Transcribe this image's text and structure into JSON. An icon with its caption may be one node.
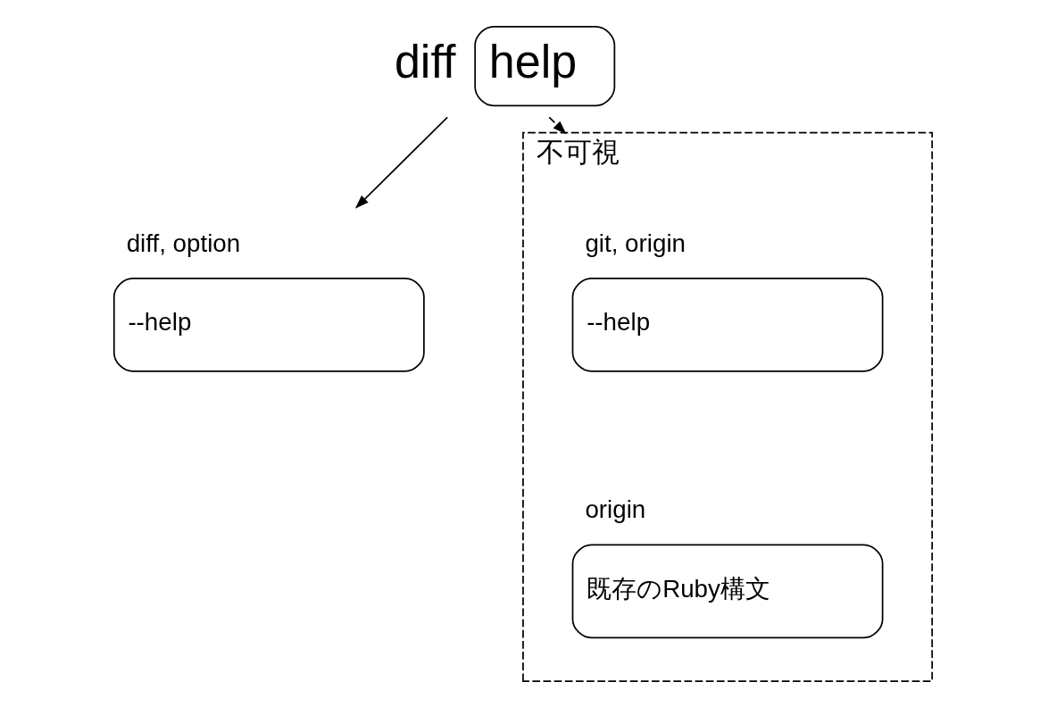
{
  "diagram": {
    "nodes": [
      {
        "text": [
          "help"
        ],
        "beside": [
          "diff"
        ]
      },
      {
        "text": [
          "diff, option",
          "--help"
        ]
      },
      {
        "text": [
          "不可視"
        ]
      },
      {
        "text": [
          "git, origin",
          "--help"
        ],
        "in": 2
      },
      {
        "text": [
          "origin",
          "既存のRuby構文"
        ],
        "in": 2
      }
    ],
    "edges": [
      {
        "from": 0,
        "to": 1,
        "arrow": "to"
      },
      {
        "from": 0,
        "to": 2,
        "arrow": "to",
        "style": "dashed"
      }
    ]
  }
}
